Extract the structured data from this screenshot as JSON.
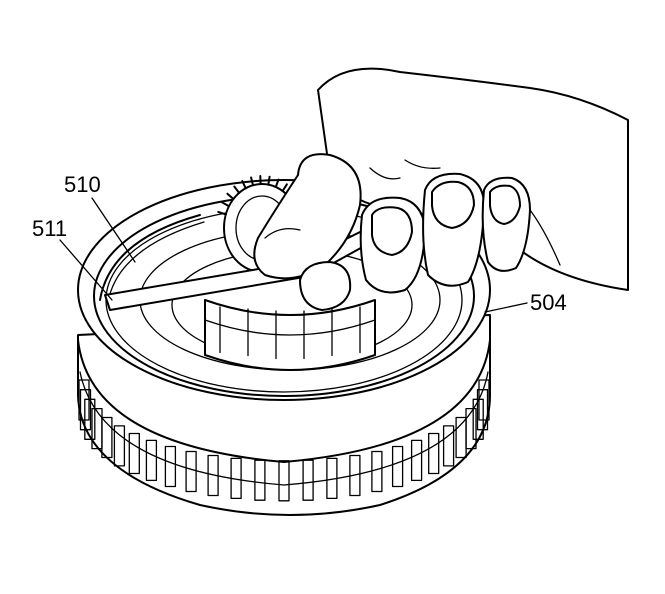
{
  "callouts": {
    "c510": "510",
    "c511": "511",
    "c504": "504"
  },
  "colors": {
    "ink": "#000000",
    "paper": "#ffffff"
  }
}
